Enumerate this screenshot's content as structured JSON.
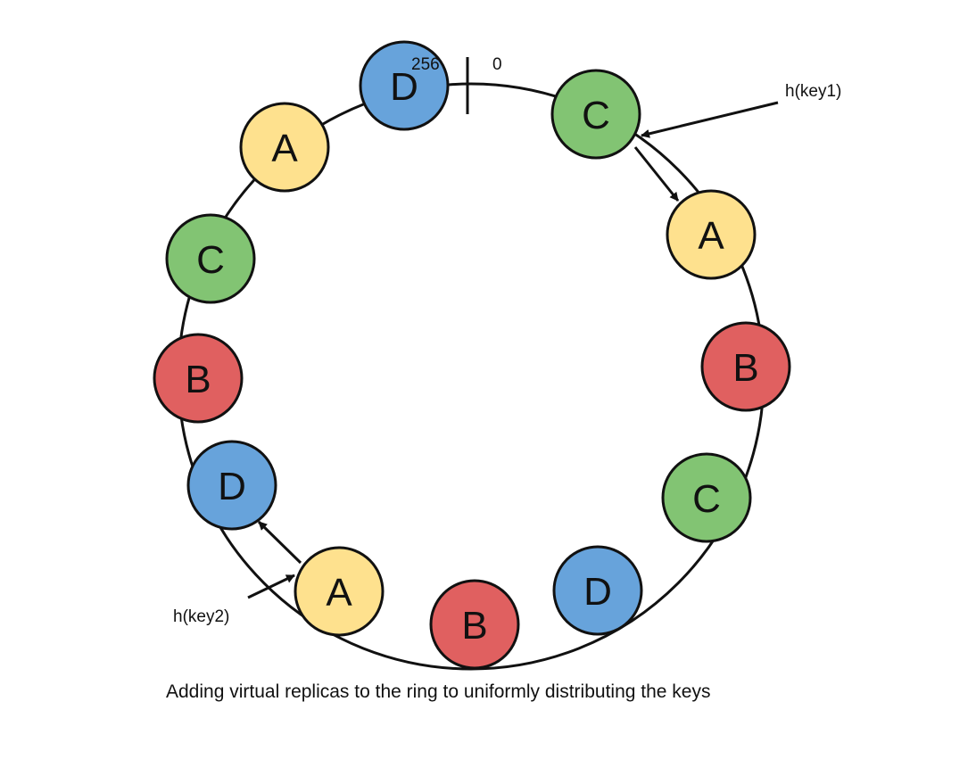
{
  "caption": "Adding virtual replicas to the ring to uniformly distributing the keys",
  "ring_markers": {
    "end_label": "256",
    "start_label": "0"
  },
  "keys": [
    {
      "label": "h(key1)"
    },
    {
      "label": "h(key2)"
    }
  ],
  "colors": {
    "A": "#fee18e",
    "B": "#e06060",
    "C": "#82c473",
    "D": "#67a3db",
    "stroke": "#111111",
    "background": "#ffffff"
  },
  "nodes": [
    {
      "id": "D",
      "label": "D"
    },
    {
      "id": "C",
      "label": "C"
    },
    {
      "id": "A",
      "label": "A"
    },
    {
      "id": "B",
      "label": "B"
    },
    {
      "id": "C",
      "label": "C"
    },
    {
      "id": "D",
      "label": "D"
    },
    {
      "id": "B",
      "label": "B"
    },
    {
      "id": "A",
      "label": "A"
    },
    {
      "id": "D",
      "label": "D"
    },
    {
      "id": "B",
      "label": "B"
    },
    {
      "id": "C",
      "label": "C"
    },
    {
      "id": "A",
      "label": "A"
    }
  ]
}
